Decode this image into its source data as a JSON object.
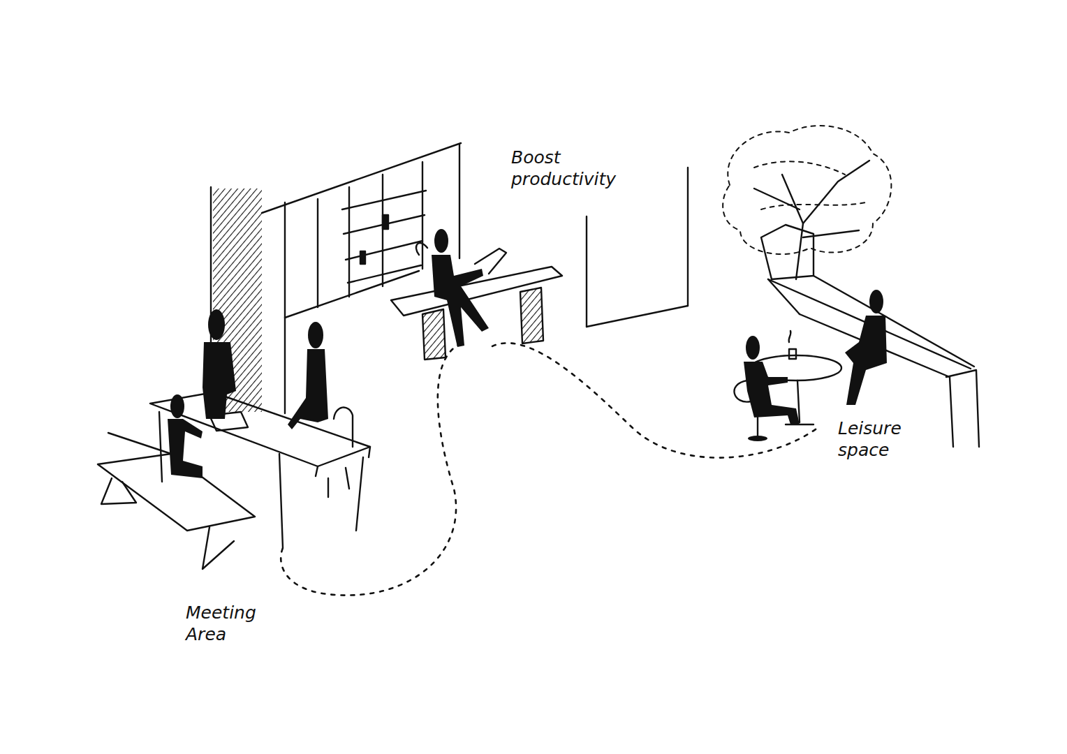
{
  "diagram": {
    "labels": [
      "Boost productivity",
      "Meeting Area",
      "Leisure space"
    ]
  }
}
